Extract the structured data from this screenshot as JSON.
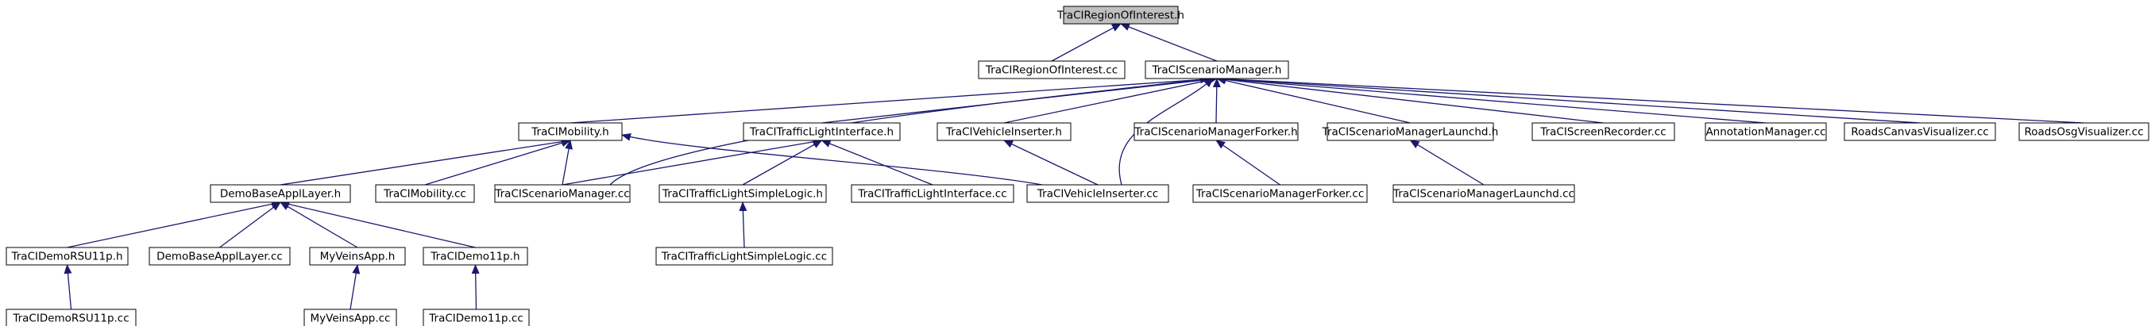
{
  "nodes": {
    "n0": "TraCIRegionOfInterest.h",
    "n1": "TraCIRegionOfInterest.cc",
    "n2": "TraCIScenarioManager.h",
    "n3": "TraCIMobility.h",
    "n4": "TraCITrafficLightInterface.h",
    "n5": "TraCIVehicleInserter.h",
    "n6": "TraCIScenarioManagerForker.h",
    "n7": "TraCIScenarioManagerLaunchd.h",
    "n8": "TraCIScreenRecorder.cc",
    "n9": "AnnotationManager.cc",
    "n10": "RoadsCanvasVisualizer.cc",
    "n11": "RoadsOsgVisualizer.cc",
    "n12": "DemoBaseApplLayer.h",
    "n13": "TraCIMobility.cc",
    "n14": "TraCIScenarioManager.cc",
    "n15": "TraCITrafficLightSimpleLogic.h",
    "n16": "TraCITrafficLightInterface.cc",
    "n17": "TraCIVehicleInserter.cc",
    "n18": "TraCIScenarioManagerForker.cc",
    "n19": "TraCIScenarioManagerLaunchd.cc",
    "n20": "TraCIDemoRSU11p.h",
    "n21": "DemoBaseApplLayer.cc",
    "n22": "MyVeinsApp.h",
    "n23": "TraCIDemo11p.h",
    "n24": "TraCITrafficLightSimpleLogic.cc",
    "n25": "TraCIDemoRSU11p.cc",
    "n26": "MyVeinsApp.cc",
    "n27": "TraCIDemo11p.cc"
  },
  "edges": [
    [
      "n1",
      "n0"
    ],
    [
      "n2",
      "n0"
    ],
    [
      "n3",
      "n2"
    ],
    [
      "n4",
      "n2"
    ],
    [
      "n5",
      "n2"
    ],
    [
      "n6",
      "n2"
    ],
    [
      "n7",
      "n2"
    ],
    [
      "n8",
      "n2"
    ],
    [
      "n9",
      "n2"
    ],
    [
      "n10",
      "n2"
    ],
    [
      "n11",
      "n2"
    ],
    [
      "n14",
      "n2"
    ],
    [
      "n17",
      "n2"
    ],
    [
      "n12",
      "n3"
    ],
    [
      "n13",
      "n3"
    ],
    [
      "n14",
      "n3"
    ],
    [
      "n17",
      "n3"
    ],
    [
      "n14",
      "n4"
    ],
    [
      "n15",
      "n4"
    ],
    [
      "n16",
      "n4"
    ],
    [
      "n17",
      "n5"
    ],
    [
      "n18",
      "n6"
    ],
    [
      "n19",
      "n7"
    ],
    [
      "n20",
      "n12"
    ],
    [
      "n21",
      "n12"
    ],
    [
      "n22",
      "n12"
    ],
    [
      "n23",
      "n12"
    ],
    [
      "n24",
      "n15"
    ],
    [
      "n25",
      "n20"
    ],
    [
      "n26",
      "n22"
    ],
    [
      "n27",
      "n23"
    ]
  ],
  "colors": {
    "edge": "#191970",
    "root_fill": "#bfbfbf",
    "node_fill": "#ffffff",
    "node_border": "#000000"
  }
}
